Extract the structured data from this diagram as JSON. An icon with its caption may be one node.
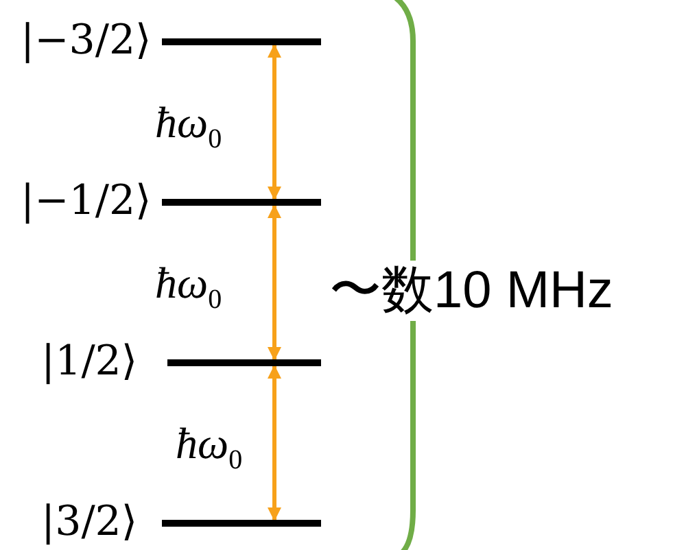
{
  "diagram": {
    "nodes": [
      {
        "text": [],
        "shape": "bar",
        "beside": [
          "|−3/2⟩"
        ]
      },
      {
        "text": [],
        "shape": "bar",
        "beside": [
          "|−1/2⟩"
        ]
      },
      {
        "text": [],
        "shape": "bar",
        "beside": [
          "|1/2⟩"
        ]
      },
      {
        "text": [],
        "shape": "bar",
        "beside": [
          "|3/2⟩"
        ]
      }
    ],
    "edges": [
      {
        "from": 0,
        "to": 1,
        "arrow": "both",
        "label": "ħω$_{0}$"
      },
      {
        "from": 1,
        "to": 2,
        "arrow": "both",
        "label": "ħω$_{0}$"
      },
      {
        "from": 2,
        "to": 3,
        "arrow": "both",
        "label": "ħω$_{0}$"
      }
    ],
    "labels": [
      "〜数10 MHz"
    ]
  }
}
